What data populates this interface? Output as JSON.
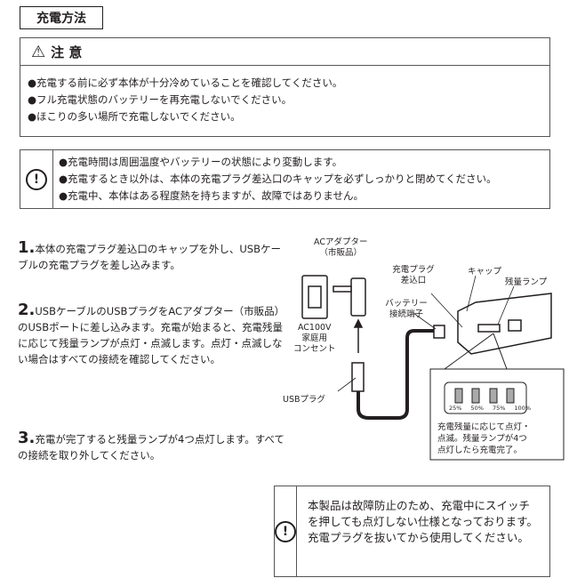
{
  "title": "充電方法",
  "caution": {
    "heading": "注 意",
    "icon": "warning-triangle-icon",
    "items": [
      "●充電する前に必ず本体が十分冷めていることを確認してください。",
      "●フル充電状態のバッテリーを再充電しないでください。",
      "●ほこりの多い場所で充電しないでください。"
    ]
  },
  "note1": {
    "icon": "exclamation-circle-icon",
    "items": [
      "●充電時間は周囲温度やバッテリーの状態により変動します。",
      "●充電するとき以外は、本体の充電プラグ差込口のキャップを必ずしっかりと閉めてください。",
      "●充電中、本体はある程度熱を持ちますが、故障ではありません。"
    ]
  },
  "steps": [
    {
      "num": "1.",
      "text": "本体の充電プラグ差込口のキャップを外し、USBケーブルの充電プラグを差し込みます。"
    },
    {
      "num": "2.",
      "text": "USBケーブルのUSBプラグをACアダプター（市販品）のUSBポートに差し込みます。充電が始まると、充電残量に応じて残量ランプが点灯・点滅します。点灯・点滅しない場合はすべての接続を確認してください。"
    },
    {
      "num": "3.",
      "text": "充電が完了すると残量ランプが4つ点灯します。すべての接続を取り外してください。"
    }
  ],
  "diagram": {
    "adapter": "ACアダプター\n（市販品）",
    "outlet": "AC100V\n家庭用\nコンセント",
    "usb_plug": "USBプラグ",
    "plug_port": "充電プラグ\n差込口",
    "battery_terminal": "バッテリー\n接続端子",
    "cap": "キャップ",
    "lamp": "残量ランプ",
    "levels": [
      "25%",
      "50%",
      "75%",
      "100%"
    ],
    "callout": "充電残量に応じて点灯・点滅。残量ランプが4つ点灯したら充電完了。"
  },
  "note2": {
    "icon": "exclamation-circle-icon",
    "text": "本製品は故障防止のため、充電中にスイッチを押しても点灯しない仕様となっております。充電プラグを抜いてから使用してください。"
  }
}
